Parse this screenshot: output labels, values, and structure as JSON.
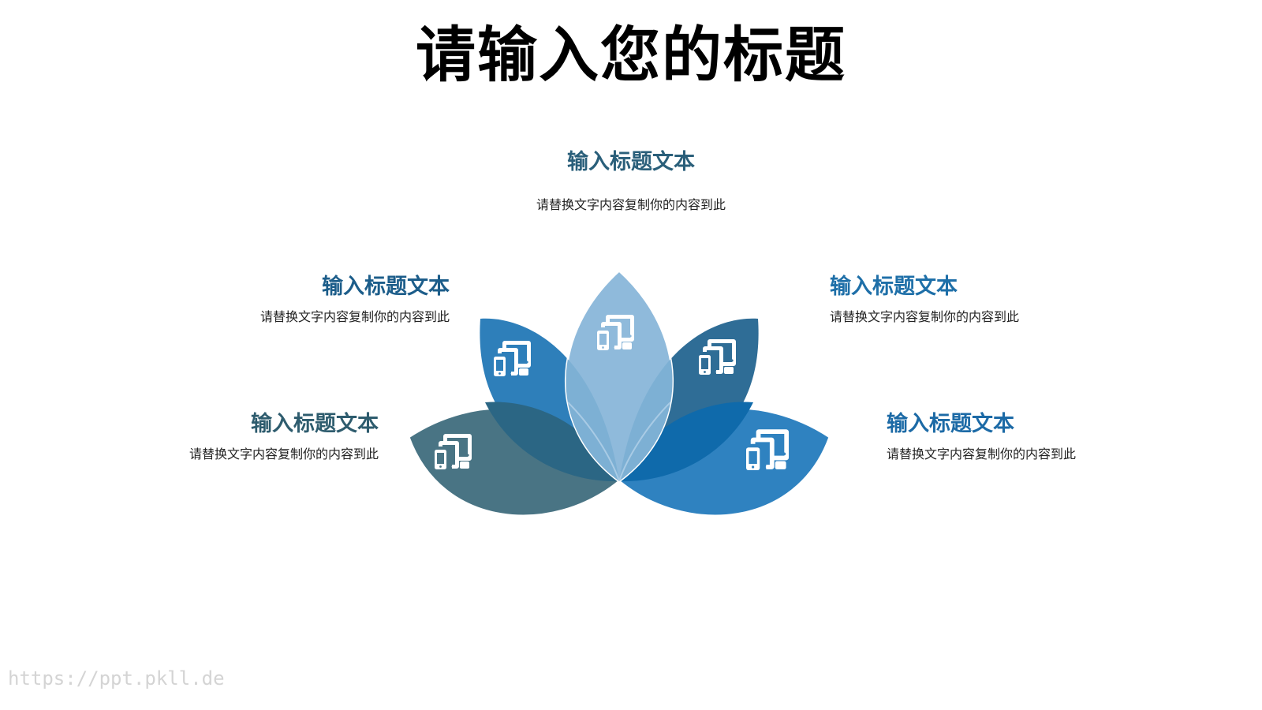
{
  "slide": {
    "title": "请输入您的标题",
    "watermark": "https://ppt.pkll.de"
  },
  "petals": [
    {
      "id": "top-center",
      "color": "#8fbadb",
      "heading": "输入标题文本",
      "heading_color": "#2a5f7a",
      "description": "请替换文字内容复制你的内容到此",
      "icon": "devices-icon"
    },
    {
      "id": "upper-left",
      "color": "#2e7fba",
      "heading": "输入标题文本",
      "heading_color": "#1c5d8a",
      "description": "请替换文字内容复制你的内容到此",
      "icon": "devices-icon"
    },
    {
      "id": "lower-left",
      "color": "#497484",
      "heading": "输入标题文本",
      "heading_color": "#2e5c6e",
      "description": "请替换文字内容复制你的内容到此",
      "icon": "devices-icon"
    },
    {
      "id": "upper-right",
      "color": "#2f6d96",
      "heading": "输入标题文本",
      "heading_color": "#1e6fa8",
      "description": "请替换文字内容复制你的内容到此",
      "icon": "devices-icon"
    },
    {
      "id": "lower-right",
      "color": "#2f82c0",
      "heading": "输入标题文本",
      "heading_color": "#1c6aa6",
      "description": "请替换文字内容复制你的内容到此",
      "icon": "devices-icon"
    }
  ],
  "colors": {
    "background": "#ffffff",
    "title": "#000000",
    "description": "#222222",
    "overlap_left": "#2b6684",
    "overlap_right": "#0f6aab",
    "center_overlap": "#7db0d4",
    "icon": "#ffffff"
  }
}
